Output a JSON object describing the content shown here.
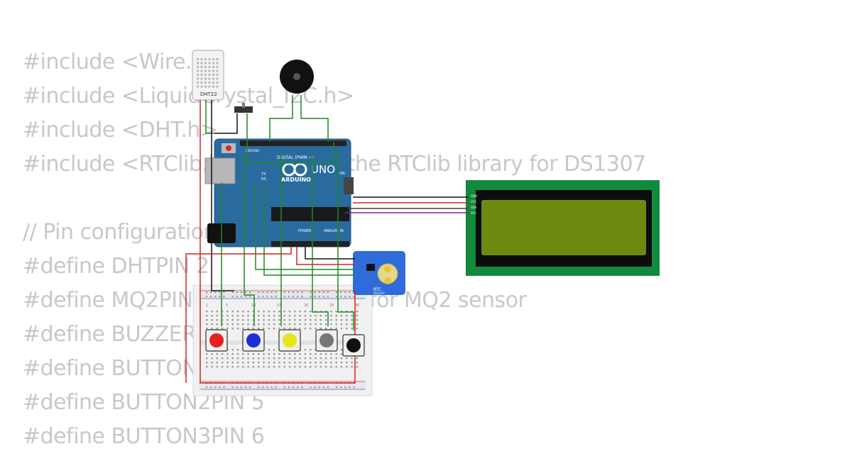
{
  "code_lines": [
    "#include <Wire.h>",
    "#include <LiquidCrystal_I2C.h>",
    "#include <DHT.h>",
    "#include <RTClib.h> // Include the RTClib library for DS1307",
    "",
    "// Pin configuration",
    "#define DHTPIN 2",
    "#define MQ2PIN A0 // Analog pin for MQ2 sensor",
    "#define BUZZERPIN 3",
    "#define BUTTON1PIN 4",
    "#define BUTTON2PIN 5",
    "#define BUTTON3PIN 6"
  ],
  "components": {
    "dht": {
      "label": "DHT22"
    },
    "arduino": {
      "brand": "ARDUINO",
      "model": "UNO",
      "digital_label": "DIGITAL (PWM ~)",
      "power_label": "POWER",
      "analog_label": "ANALOG IN",
      "tx": "TX",
      "rx": "RX",
      "on": "ON",
      "aref": "AREF",
      "gnd": "GND"
    },
    "rtc": {
      "label": "RTC",
      "chip": "DS1307"
    },
    "lcd": {
      "pins": [
        "GND",
        "VCC",
        "SDA",
        "SCL"
      ]
    },
    "breadboard": {
      "numbers": [
        "1",
        "5",
        "10",
        "15",
        "20",
        "25",
        "30"
      ]
    }
  },
  "buttons": [
    {
      "color": "#e5201f"
    },
    {
      "color": "#1c2fd6"
    },
    {
      "color": "#e6e61a"
    },
    {
      "color": "#777777"
    },
    {
      "color": "#111111"
    }
  ],
  "colors": {
    "board": "#2a6b9f",
    "lcd_pcb": "#118a3c",
    "lcd_screen": "#6d8a10",
    "rtc_board": "#2f6bd9",
    "wire_green": "#1f8a1f",
    "wire_red": "#d62020",
    "wire_black": "#111111",
    "wire_purple": "#8a1f8a"
  }
}
